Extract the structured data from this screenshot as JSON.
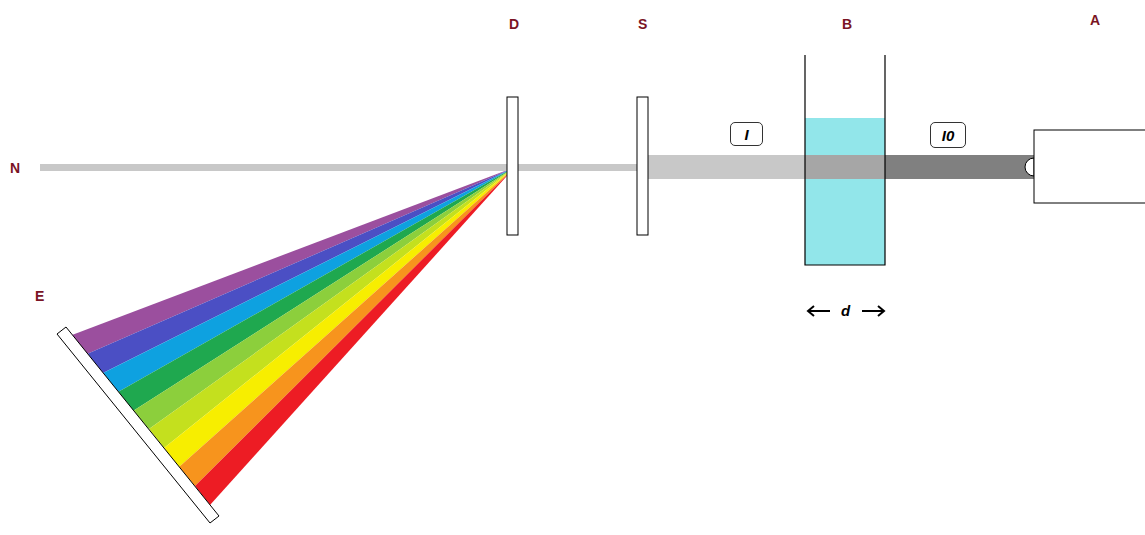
{
  "diagram": {
    "nodes": [
      {
        "text": [
          "I"
        ]
      },
      {
        "text": [
          "I0"
        ]
      }
    ],
    "labels": [
      "D",
      "S",
      "B",
      "A",
      "N",
      "E",
      "d"
    ]
  }
}
